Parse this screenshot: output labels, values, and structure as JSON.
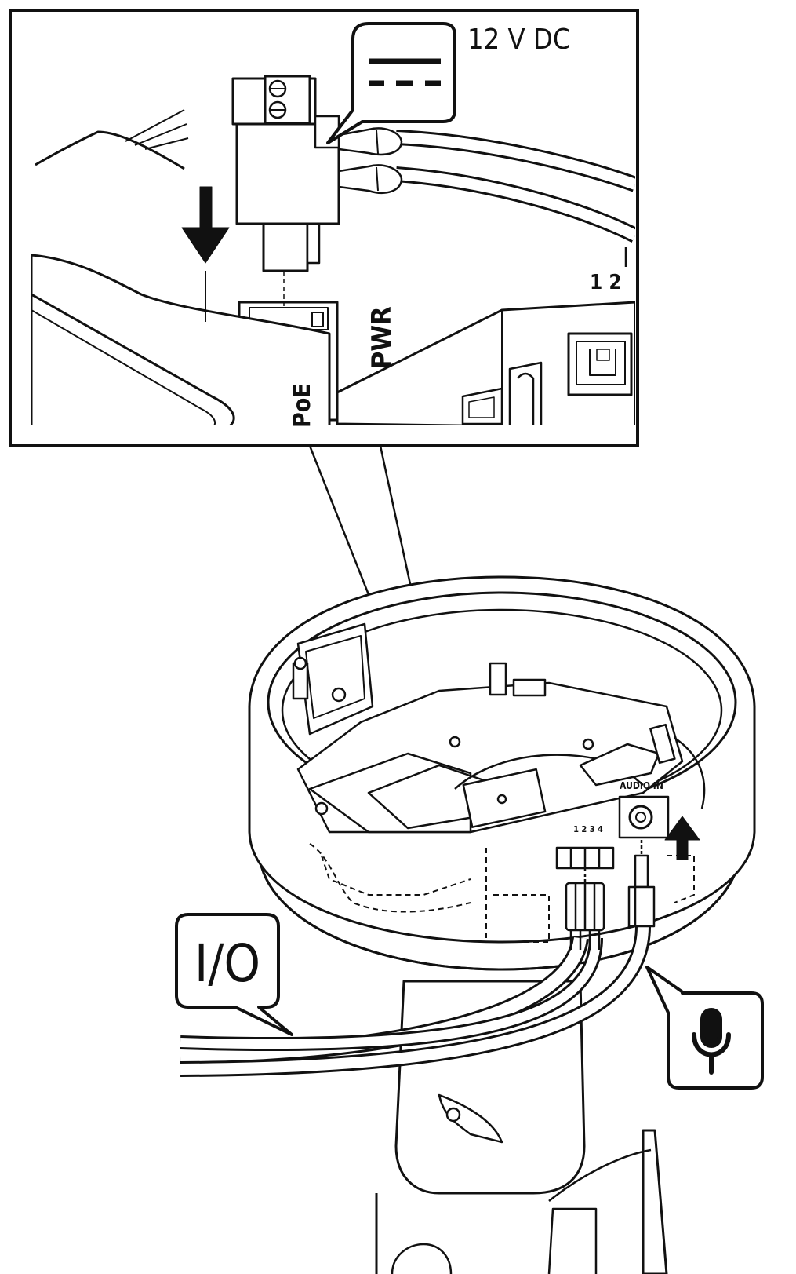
{
  "callout": {
    "voltage_label": "12 V DC",
    "connector_label": "PWR",
    "poe_label": "PoE",
    "pin_numbers": "1 2",
    "symbol": "dc-symbol"
  },
  "camera": {
    "io_port_label": "I/O",
    "io_pin_numbers": "1 2 3 4",
    "audio_port_label": "AUDIO IN",
    "microphone_symbol": "microphone-icon"
  },
  "colors": {
    "line": "#111111",
    "background": "#ffffff",
    "cable_fill": "#ffffff"
  }
}
